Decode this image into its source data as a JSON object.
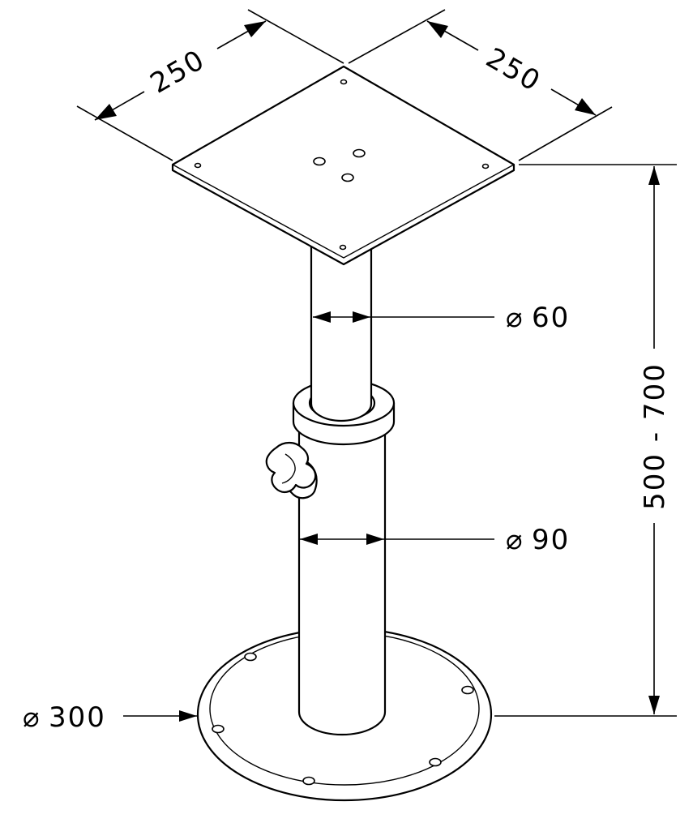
{
  "drawing": {
    "dimensions": {
      "top_plate_width": "250",
      "top_plate_depth": "250",
      "inner_tube_diameter": "60",
      "outer_tube_diameter": "90",
      "base_diameter": "300",
      "height_range": "500 - 700"
    },
    "diameter_symbol": "⌀"
  }
}
